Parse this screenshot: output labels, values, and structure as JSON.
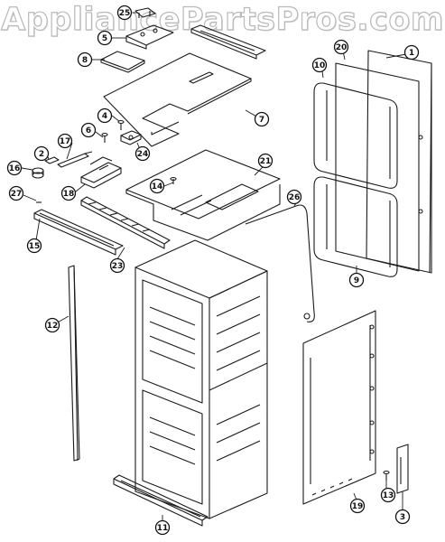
{
  "watermark": "AppliancePartsPros.com",
  "callouts": [
    "25",
    "5",
    "8",
    "7",
    "4",
    "6",
    "24",
    "2",
    "17",
    "16",
    "18",
    "27",
    "14",
    "21",
    "15",
    "23",
    "26",
    "20",
    "1",
    "10",
    "9",
    "12",
    "11",
    "19",
    "13",
    "3"
  ]
}
